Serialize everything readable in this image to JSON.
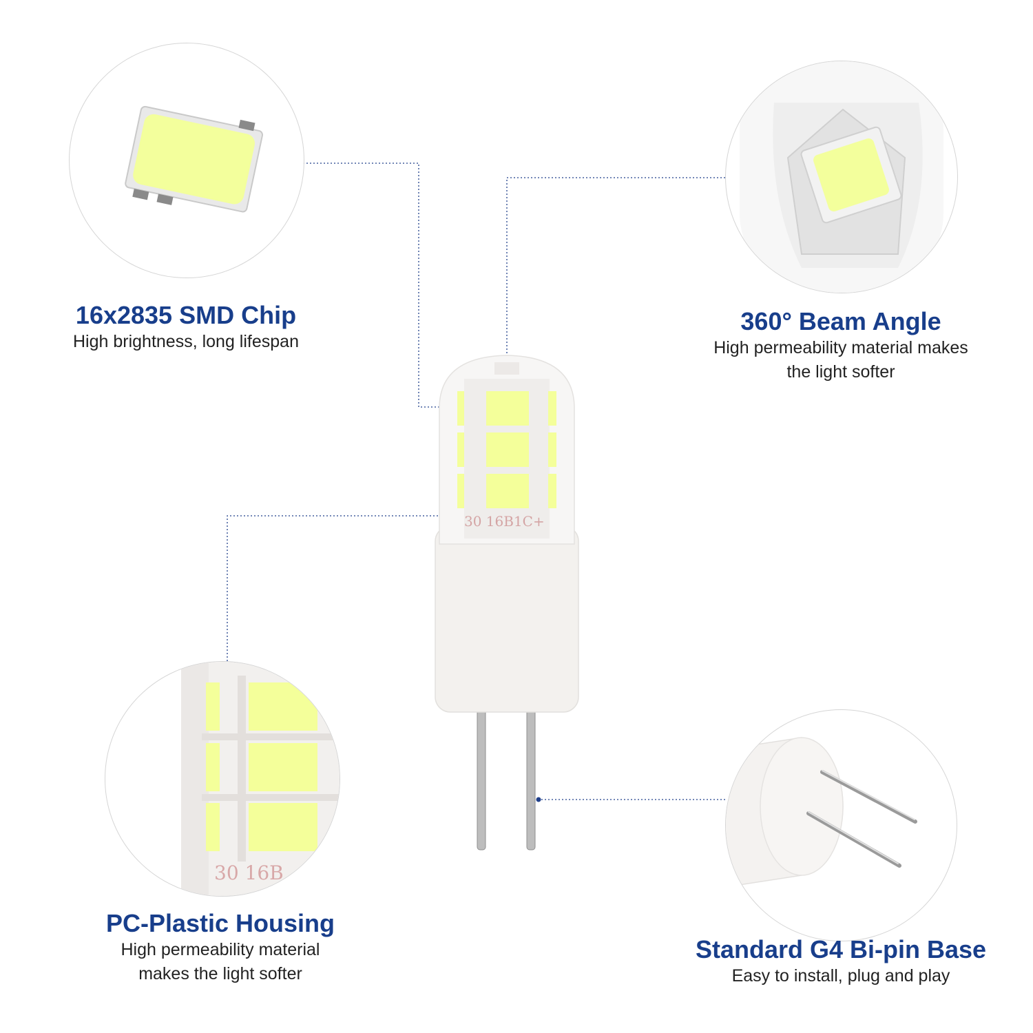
{
  "colors": {
    "title": "#183e8b",
    "text": "#222222",
    "leader": "#1f3f8a",
    "led": "#f4ff9a",
    "housing": "#f6f4f2"
  },
  "features": {
    "chip": {
      "title": "16x2835 SMD Chip",
      "description": "High brightness, long lifespan",
      "icon": "smd-chip-closeup"
    },
    "beam": {
      "title": "360° Beam Angle",
      "description_line1": "High permeability material makes",
      "description_line2": "the light softer",
      "icon": "beam-lens-closeup"
    },
    "housing": {
      "title": "PC-Plastic Housing",
      "description_line1": "High permeability material",
      "description_line2": "makes the light softer",
      "icon": "housing-closeup",
      "printed_marking": "30 16B"
    },
    "base": {
      "title": "Standard G4 Bi-pin Base",
      "description": "Easy to install, plug and play",
      "icon": "bi-pin-base-closeup"
    }
  },
  "bulb": {
    "printed_marking": "30 16B1C+"
  }
}
